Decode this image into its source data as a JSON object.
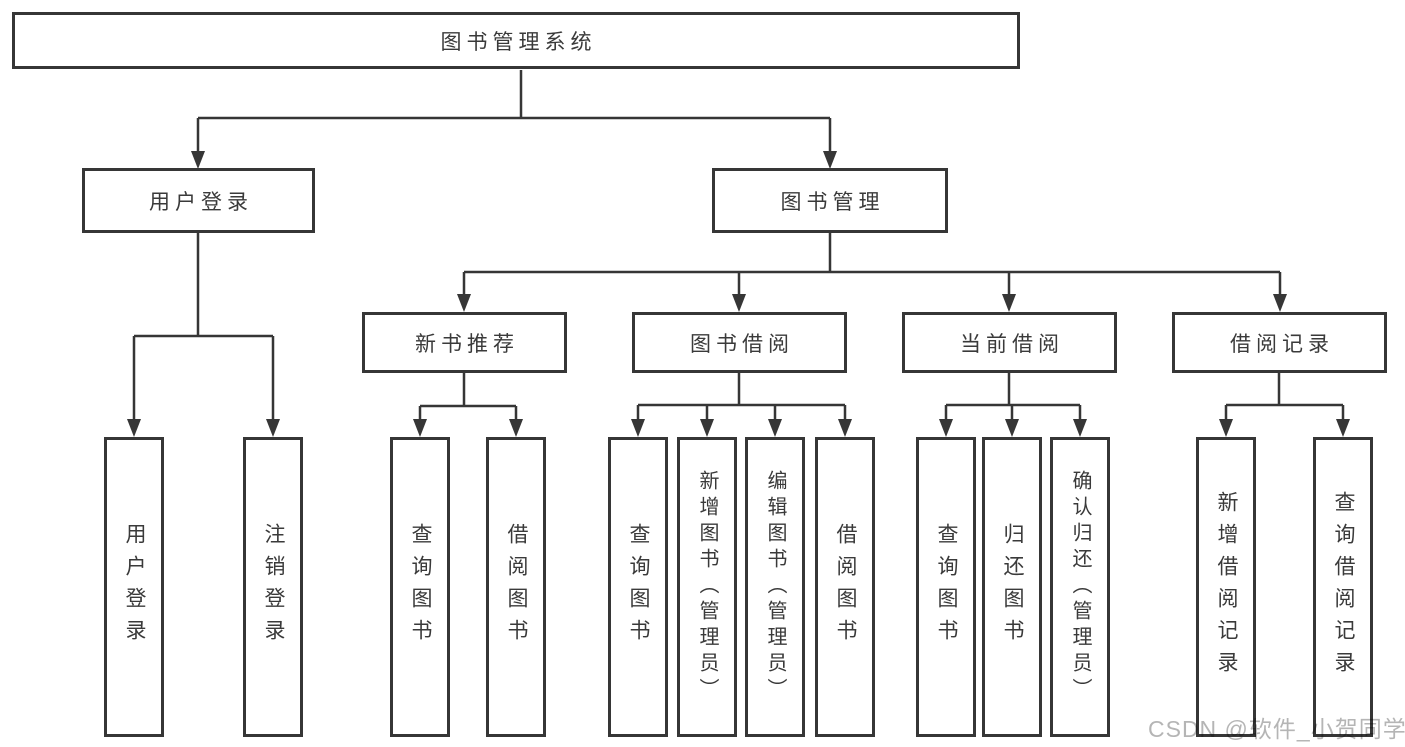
{
  "nodes": {
    "root": "图书管理系统",
    "level2": [
      "用户登录",
      "图书管理"
    ],
    "level3": [
      "新书推荐",
      "图书借阅",
      "当前借阅",
      "借阅记录"
    ],
    "leaves": {
      "login": [
        "用户登录",
        "注销登录"
      ],
      "newbook": [
        "查询图书",
        "借阅图书"
      ],
      "borrow": [
        "查询图书",
        "新增图书（管理员）",
        "编辑图书（管理员）",
        "借阅图书"
      ],
      "current": [
        "查询图书",
        "归还图书",
        "确认归还（管理员）"
      ],
      "record": [
        "新增借阅记录",
        "查询借阅记录"
      ]
    }
  },
  "watermark": "CSDN @软件_小贺同学",
  "colors": {
    "line": "#363636",
    "text": "#3a3a3a",
    "watermark": "#b5b5b5",
    "background": "#ffffff"
  }
}
